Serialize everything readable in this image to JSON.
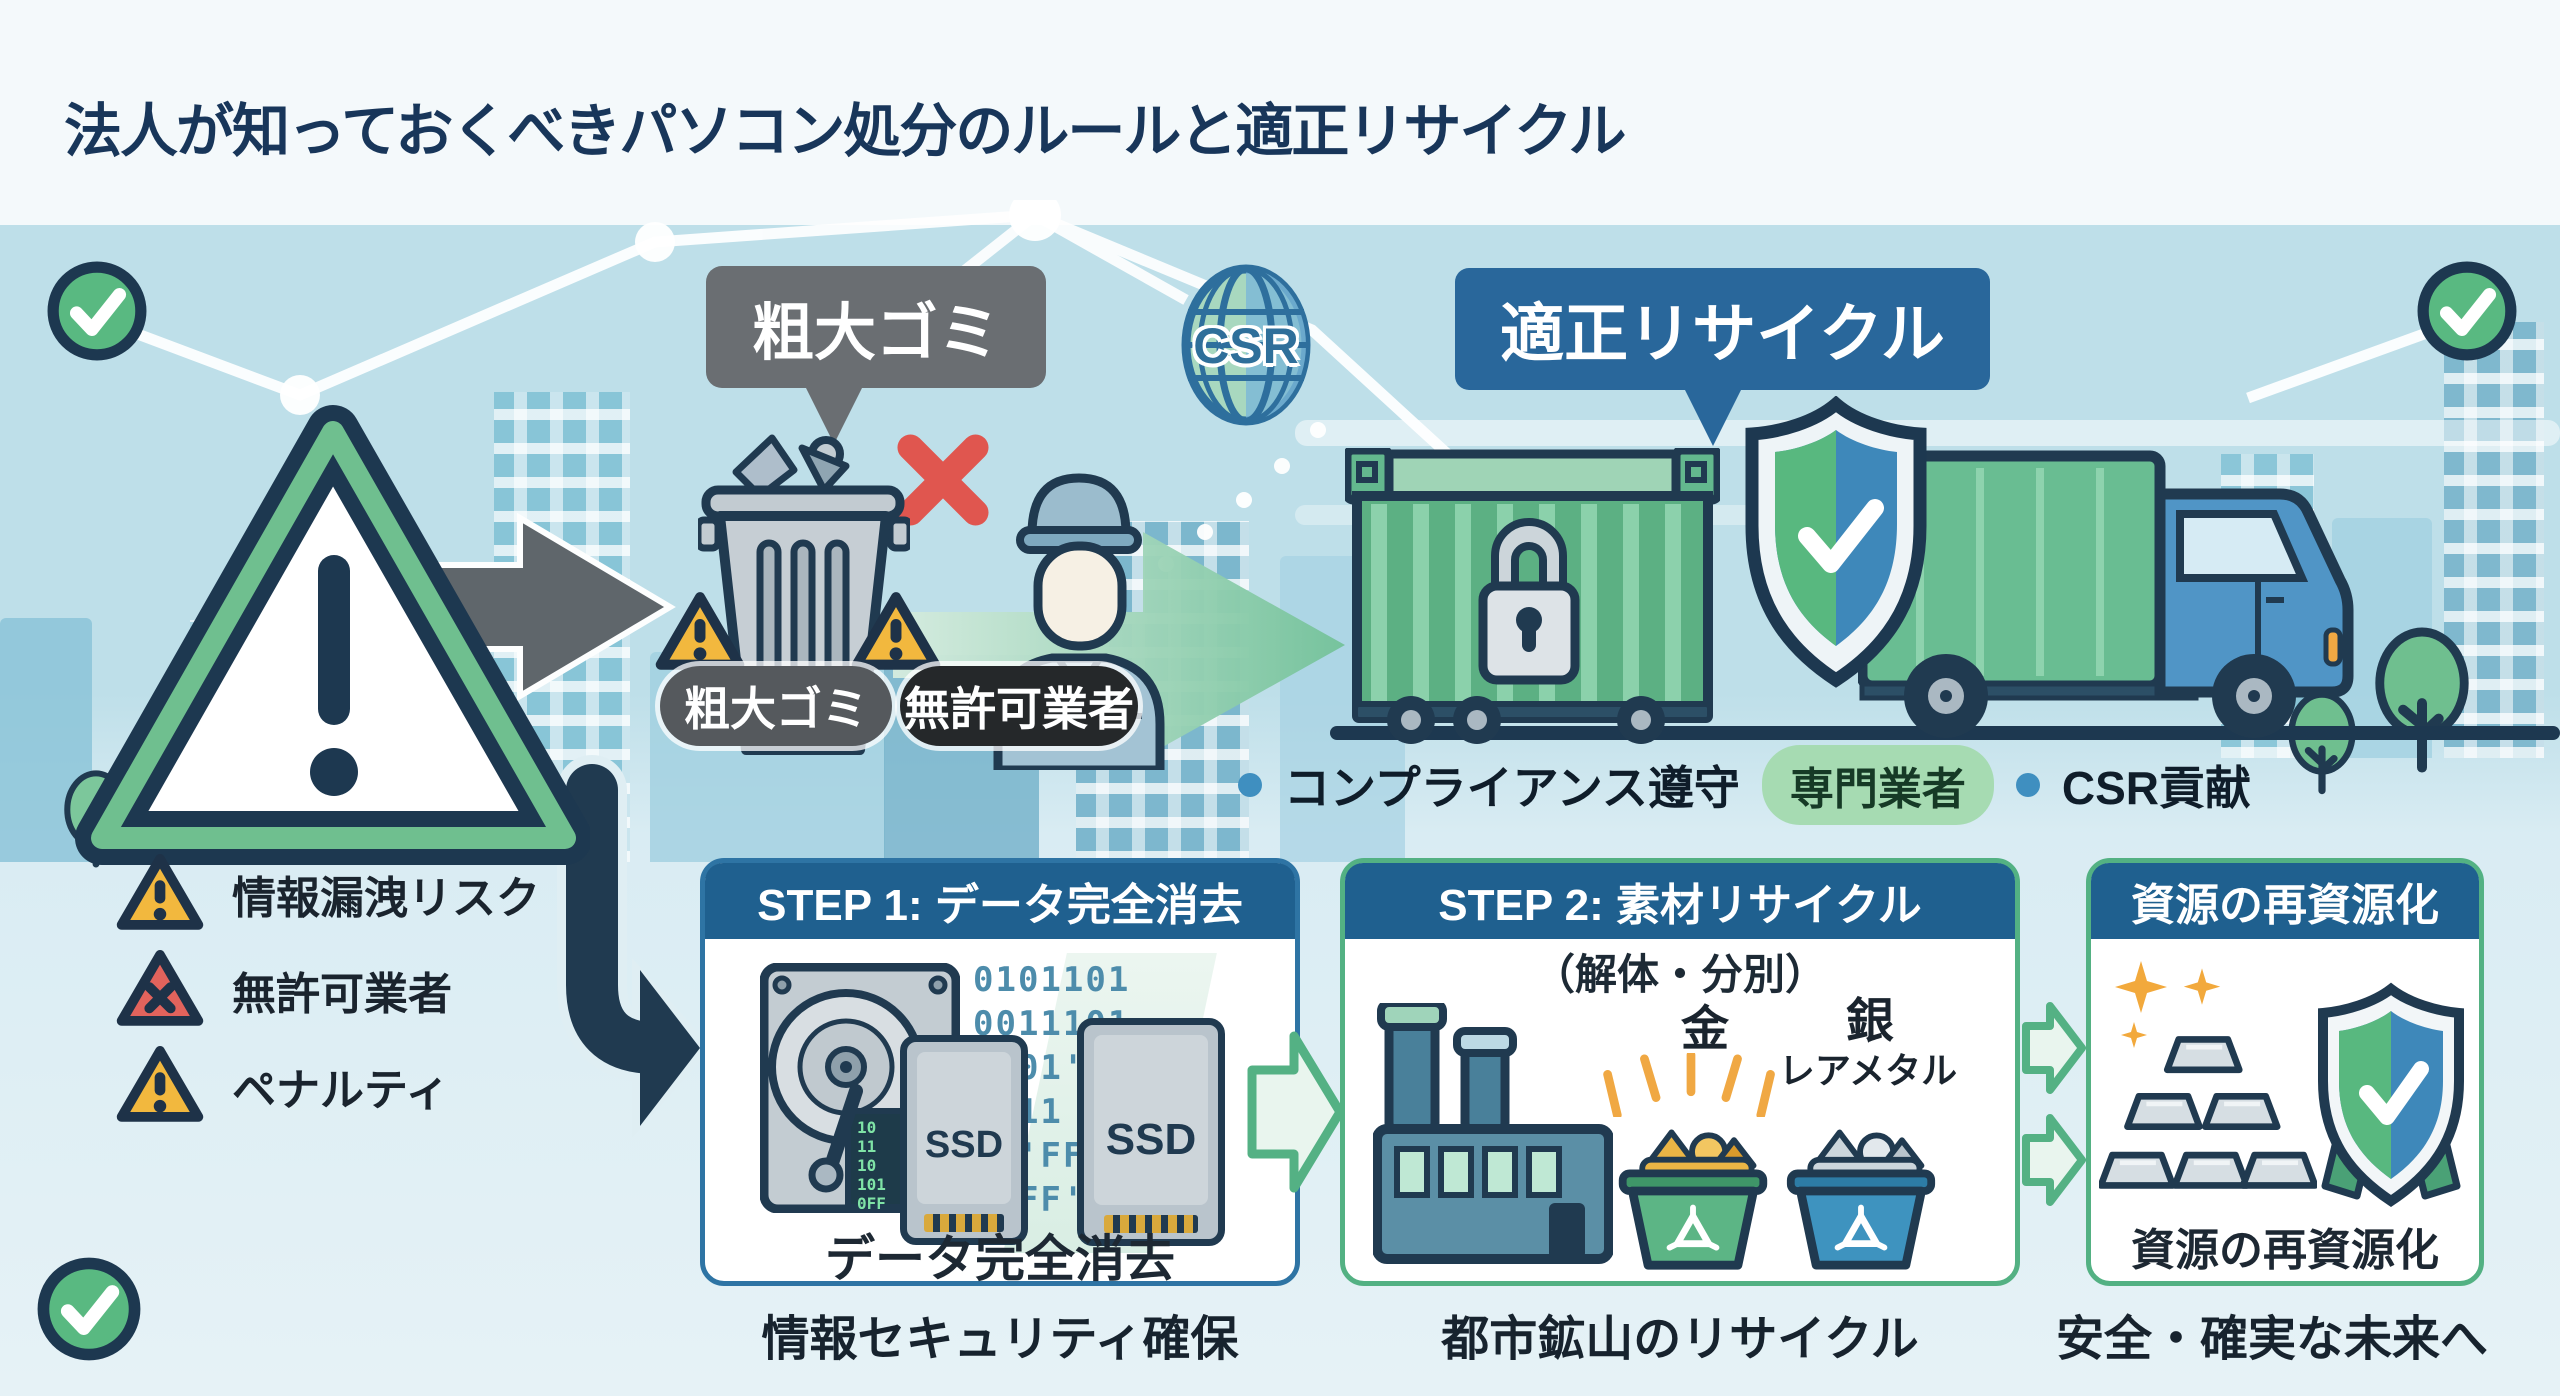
{
  "title": "法人が知っておくべきパソコン処分のルールと適正リサイクル",
  "colors": {
    "navy_outline": "#203a50",
    "header_band": "#f4f9fb",
    "scene_blue": "#bedfe9",
    "step_header_blue": "#1f608f",
    "card_border_blue": "#2e74a4",
    "card_border_green": "#53b183",
    "warning_yellow": "#f2b83e",
    "alert_red": "#e0564f",
    "good_green": "#5cb585",
    "bad_bubble_gray": "#6a6e72",
    "good_bubble_blue": "#29679b"
  },
  "scene": {
    "bad_bubble": "粗大ゴミ",
    "good_bubble": "適正リサイクル",
    "csr_globe": "CSR",
    "bulky_pill": "粗大ゴミ",
    "unlicensed_pill": "無許可業者",
    "benefit_compliance": "コンプライアンス遵守",
    "benefit_vendor_pill": "専門業者",
    "benefit_csr": "CSR貢献"
  },
  "risks": [
    {
      "label": "情報漏洩リスク"
    },
    {
      "label": "無許可業者"
    },
    {
      "label": "ペナルティ"
    }
  ],
  "step1": {
    "header": "STEP 1: データ完全消去",
    "binary": [
      "0101101",
      "0011101",
      "1101'FF'",
      "1011 11",
      "01'FF'10",
      "0'FF'"
    ],
    "hdd_digits": [
      "10",
      "11",
      "10",
      "101",
      "0FF"
    ],
    "ssd_label": "SSD",
    "caption": "データ完全消去",
    "footer": "情報セキュリティ確保"
  },
  "step2": {
    "header": "STEP 2: 素材リサイクル",
    "sub": "（解体・分別）",
    "gold": "金",
    "silver": "銀",
    "rare": "レアメタル",
    "footer": "都市鉱山のリサイクル"
  },
  "step3": {
    "header": "資源の再資源化",
    "caption": "資源の再資源化",
    "footer": "安全・確実な未来へ"
  }
}
